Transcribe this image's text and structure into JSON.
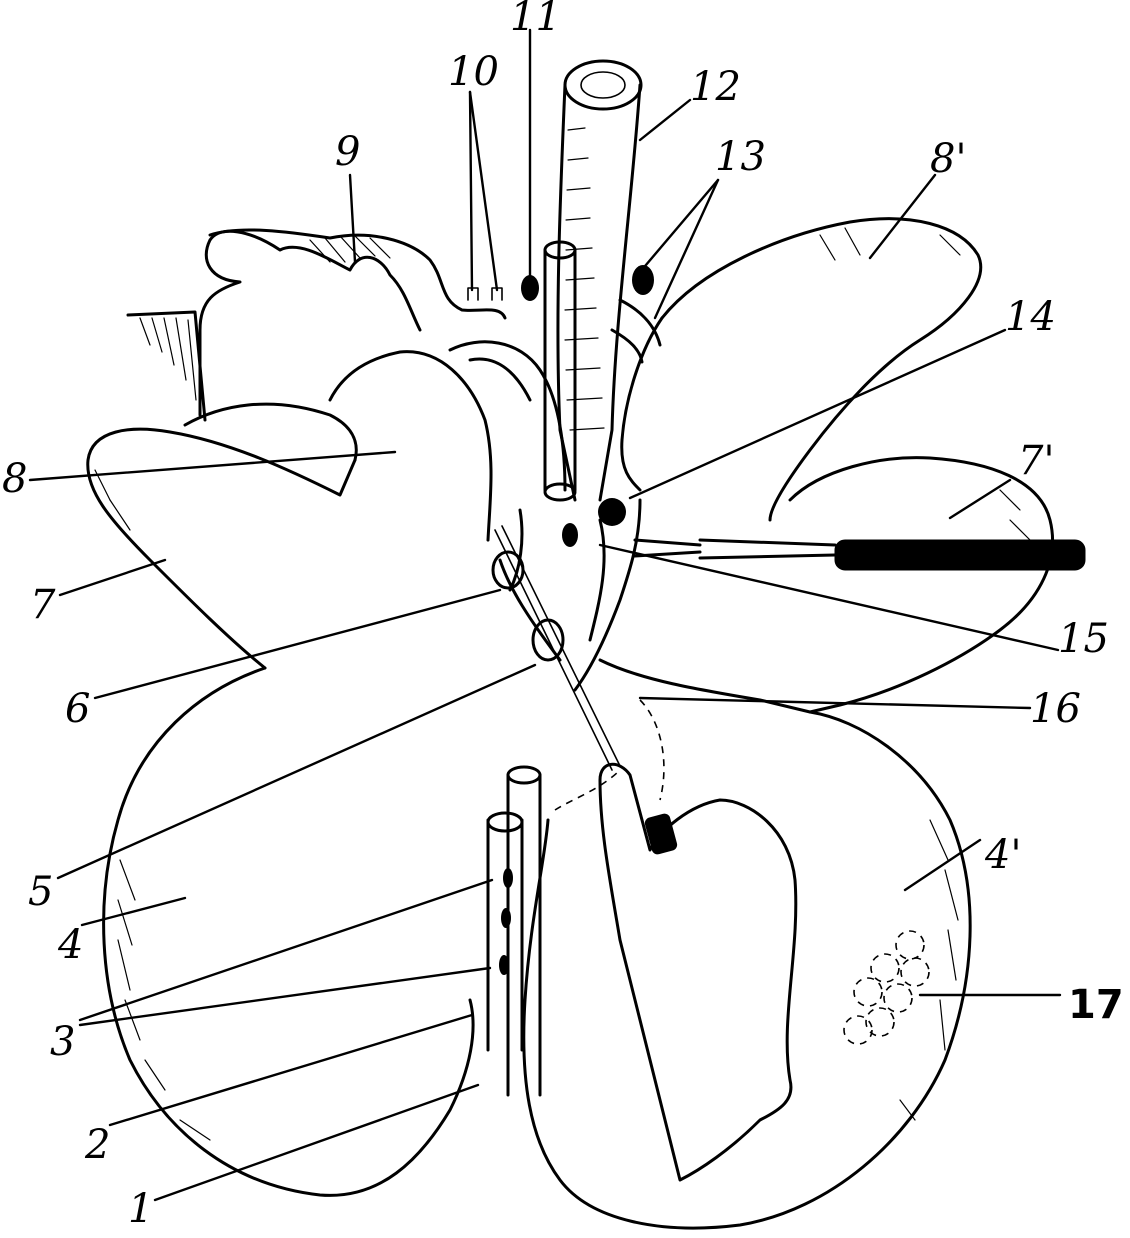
{
  "labels": {
    "l1": "1",
    "l2": "2",
    "l3": "3",
    "l4": "4",
    "l4p": "4'",
    "l5": "5",
    "l6": "6",
    "l7": "7",
    "l7p": "7'",
    "l8": "8",
    "l8p": "8'",
    "l9": "9",
    "l10": "10",
    "l11": "11",
    "l12": "12",
    "l13": "13",
    "l14": "14",
    "l15": "15",
    "l16": "16",
    "l17": "17"
  }
}
